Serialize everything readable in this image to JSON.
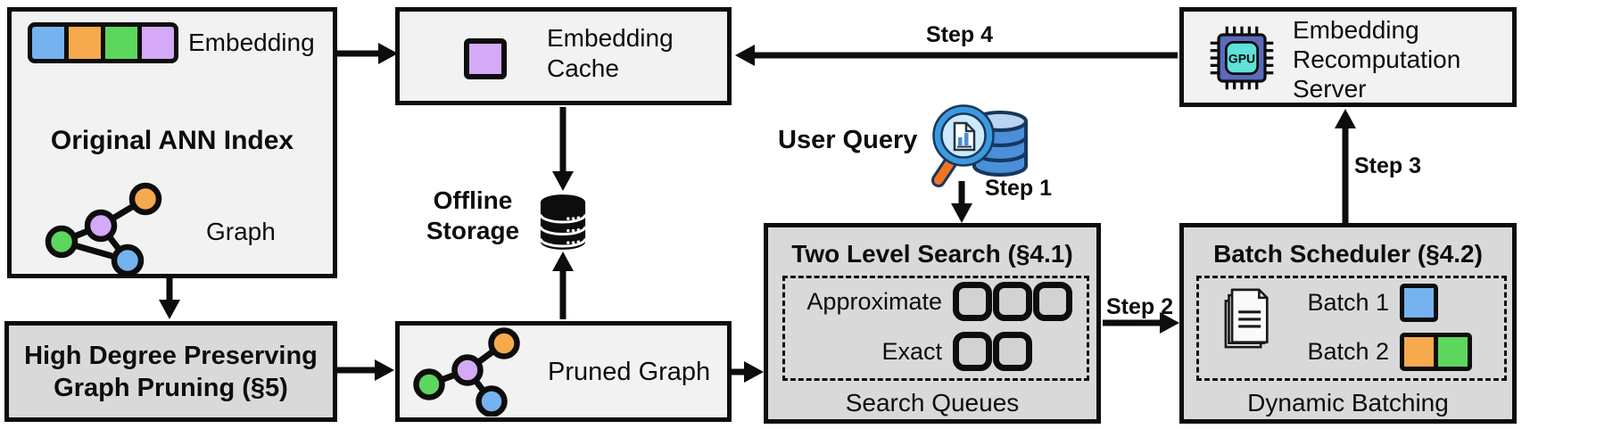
{
  "palette": {
    "blue": "#74b3f0",
    "orange": "#f7a94e",
    "green": "#5cd65c",
    "purple": "#d4a9f5",
    "box-light": "#f2f2f2",
    "box-dark": "#d9d9d9",
    "queue-fill": "#d2d2d2",
    "ink": "#0d0d0d"
  },
  "original_index": {
    "embedding_label": "Embedding",
    "title": "Original ANN Index",
    "graph_label": "Graph"
  },
  "embedding_cache": {
    "label": "Embedding Cache"
  },
  "offline_storage": {
    "label": "Offline Storage"
  },
  "recomputation_server": {
    "label": "Embedding Recomputation Server",
    "chip_label": "GPU"
  },
  "user_query": {
    "label": "User Query"
  },
  "steps": {
    "step1": "Step 1",
    "step2": "Step 2",
    "step3": "Step 3",
    "step4": "Step 4"
  },
  "two_level_search": {
    "title": "Two Level Search (§4.1)",
    "rows": [
      {
        "label": "Approximate",
        "queues": 3
      },
      {
        "label": "Exact",
        "queues": 2
      }
    ],
    "caption": "Search Queues"
  },
  "batch_scheduler": {
    "title": "Batch Scheduler (§4.2)",
    "rows": [
      {
        "label": "Batch 1",
        "colors": [
          "blue"
        ]
      },
      {
        "label": "Batch 2",
        "colors": [
          "orange",
          "green"
        ]
      }
    ],
    "caption": "Dynamic Batching"
  },
  "graph_pruning": {
    "title": "High Degree Preserving Graph Pruning (§5)"
  },
  "pruned_graph": {
    "label": "Pruned Graph"
  }
}
